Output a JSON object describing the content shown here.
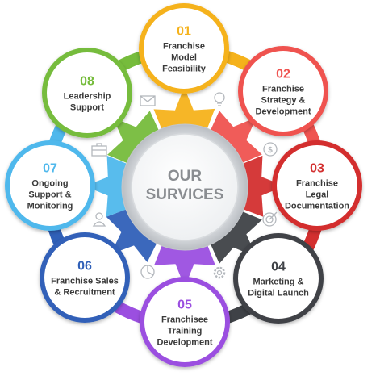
{
  "hub": {
    "line1": "OUR",
    "line2": "SURVICES"
  },
  "services": [
    {
      "number": "01",
      "lines": [
        "Franchise",
        "Model",
        "Feasibility"
      ],
      "color": "#f5b21b"
    },
    {
      "number": "02",
      "lines": [
        "Franchise",
        "Strategy &",
        "Development"
      ],
      "color": "#ef5350"
    },
    {
      "number": "03",
      "lines": [
        "Franchise",
        "Legal",
        "Documentation"
      ],
      "color": "#d32f2f"
    },
    {
      "number": "04",
      "lines": [
        "Marketing &",
        "Digital Launch"
      ],
      "color": "#3f4247"
    },
    {
      "number": "05",
      "lines": [
        "Franchisee",
        "Training",
        "Development"
      ],
      "color": "#9b4fe0"
    },
    {
      "number": "06",
      "lines": [
        "Franchise Sales",
        "& Recruitment"
      ],
      "color": "#3060b8"
    },
    {
      "number": "07",
      "lines": [
        "Ongoing",
        "Support &",
        "Monitoring"
      ],
      "color": "#4fb8ec"
    },
    {
      "number": "08",
      "lines": [
        "Leadership",
        "Support"
      ],
      "color": "#76bc3c"
    }
  ],
  "colors": {
    "number_text": "#3a3a3a",
    "ring_gray": "#cfd2d6",
    "hub_text": "#8a8d91"
  },
  "icons": [
    "envelope-icon",
    "lightbulb-icon",
    "dollar-coin-icon",
    "target-icon",
    "gear-icon",
    "pie-chart-icon",
    "user-icon",
    "briefcase-icon"
  ]
}
